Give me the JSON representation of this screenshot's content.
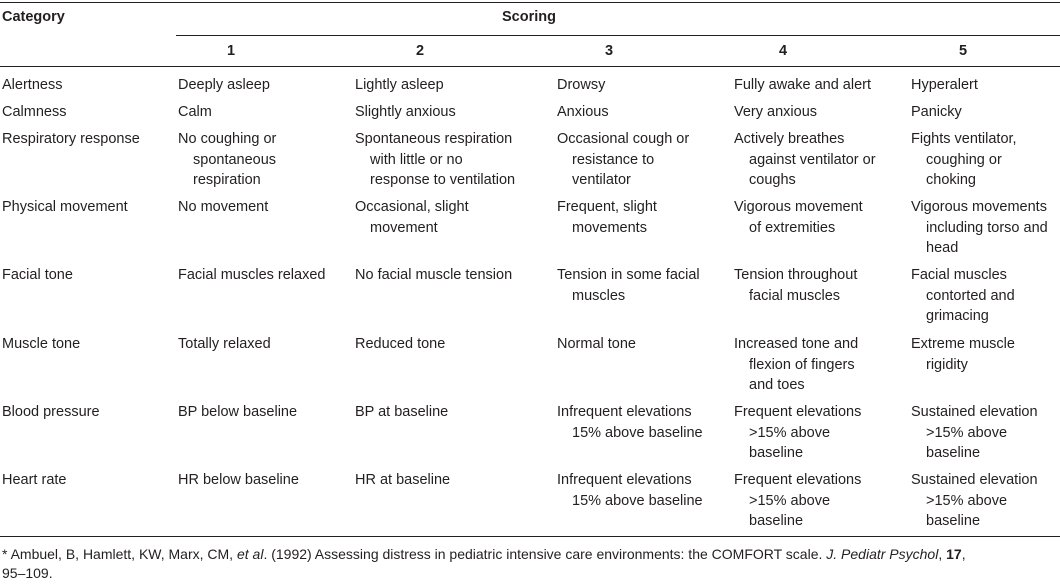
{
  "header": {
    "category_label": "Category",
    "scoring_label": "Scoring",
    "score_levels": [
      "1",
      "2",
      "3",
      "4",
      "5"
    ]
  },
  "rows": [
    {
      "category": "Alertness",
      "cells": [
        [
          "Deeply asleep"
        ],
        [
          "Lightly asleep"
        ],
        [
          "Drowsy"
        ],
        [
          "Fully awake and alert"
        ],
        [
          "Hyperalert"
        ]
      ]
    },
    {
      "category": "Calmness",
      "cells": [
        [
          "Calm"
        ],
        [
          "Slightly anxious"
        ],
        [
          "Anxious"
        ],
        [
          "Very anxious"
        ],
        [
          "Panicky"
        ]
      ]
    },
    {
      "category": "Respiratory response",
      "cells": [
        [
          "No coughing or",
          "spontaneous",
          "respiration"
        ],
        [
          "Spontaneous respiration",
          "with little or no",
          "response to ventilation"
        ],
        [
          "Occasional cough or",
          "resistance to",
          "ventilator"
        ],
        [
          "Actively breathes",
          "against ventilator or",
          "coughs"
        ],
        [
          "Fights ventilator,",
          "coughing or",
          "choking"
        ]
      ]
    },
    {
      "category": "Physical movement",
      "cells": [
        [
          "No movement"
        ],
        [
          "Occasional, slight",
          "movement"
        ],
        [
          "Frequent, slight",
          "movements"
        ],
        [
          "Vigorous movement",
          "of extremities"
        ],
        [
          "Vigorous movements",
          "including torso and",
          "head"
        ]
      ]
    },
    {
      "category": "Facial tone",
      "cells": [
        [
          "Facial muscles relaxed"
        ],
        [
          "No facial muscle tension"
        ],
        [
          "Tension in some facial",
          "muscles"
        ],
        [
          "Tension throughout",
          "facial muscles"
        ],
        [
          "Facial muscles",
          "contorted and",
          "grimacing"
        ]
      ]
    },
    {
      "category": "Muscle tone",
      "cells": [
        [
          "Totally relaxed"
        ],
        [
          "Reduced tone"
        ],
        [
          "Normal tone"
        ],
        [
          "Increased tone and",
          "flexion of fingers",
          "and toes"
        ],
        [
          "Extreme muscle",
          "rigidity"
        ]
      ]
    },
    {
      "category": "Blood pressure",
      "cells": [
        [
          "BP below baseline"
        ],
        [
          "BP at baseline"
        ],
        [
          "Infrequent elevations",
          "15% above baseline"
        ],
        [
          "Frequent elevations",
          ">15% above",
          "baseline"
        ],
        [
          "Sustained elevation",
          ">15% above",
          "baseline"
        ]
      ]
    },
    {
      "category": "Heart rate",
      "cells": [
        [
          "HR below baseline"
        ],
        [
          "HR at baseline"
        ],
        [
          "Infrequent elevations",
          "15% above baseline"
        ],
        [
          "Frequent elevations",
          ">15% above",
          "baseline"
        ],
        [
          "Sustained elevation",
          ">15% above",
          "baseline"
        ]
      ]
    }
  ],
  "footnote": {
    "star": "*",
    "authors": "Ambuel, B, Hamlett, KW, Marx, CM, ",
    "et_al": "et al",
    "after_et_al": ". (1992) Assessing distress in pediatric intensive care environments: the COMFORT scale. ",
    "journal": "J. Pediatr Psychol",
    "comma": ", ",
    "volume": "17",
    "comma2": ",",
    "pages": "95–109."
  }
}
